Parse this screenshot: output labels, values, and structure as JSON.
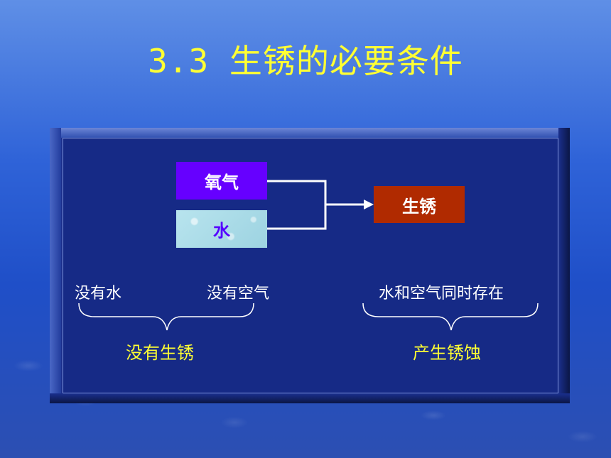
{
  "slide": {
    "title": "3.3 生锈的必要条件"
  },
  "diagram": {
    "input_top": "氧气",
    "input_bottom": "水",
    "output": "生锈"
  },
  "conditions": {
    "no_water": "没有水",
    "no_air": "没有空气",
    "both_present": "水和空气同时存在"
  },
  "results": {
    "no_rust": "没有生锈",
    "rust_occurs": "产生锈蚀"
  },
  "colors": {
    "title": "#ffff33",
    "oxygen_box": "#6600ff",
    "rust_box": "#b02a00",
    "result_text": "#ffff33"
  }
}
